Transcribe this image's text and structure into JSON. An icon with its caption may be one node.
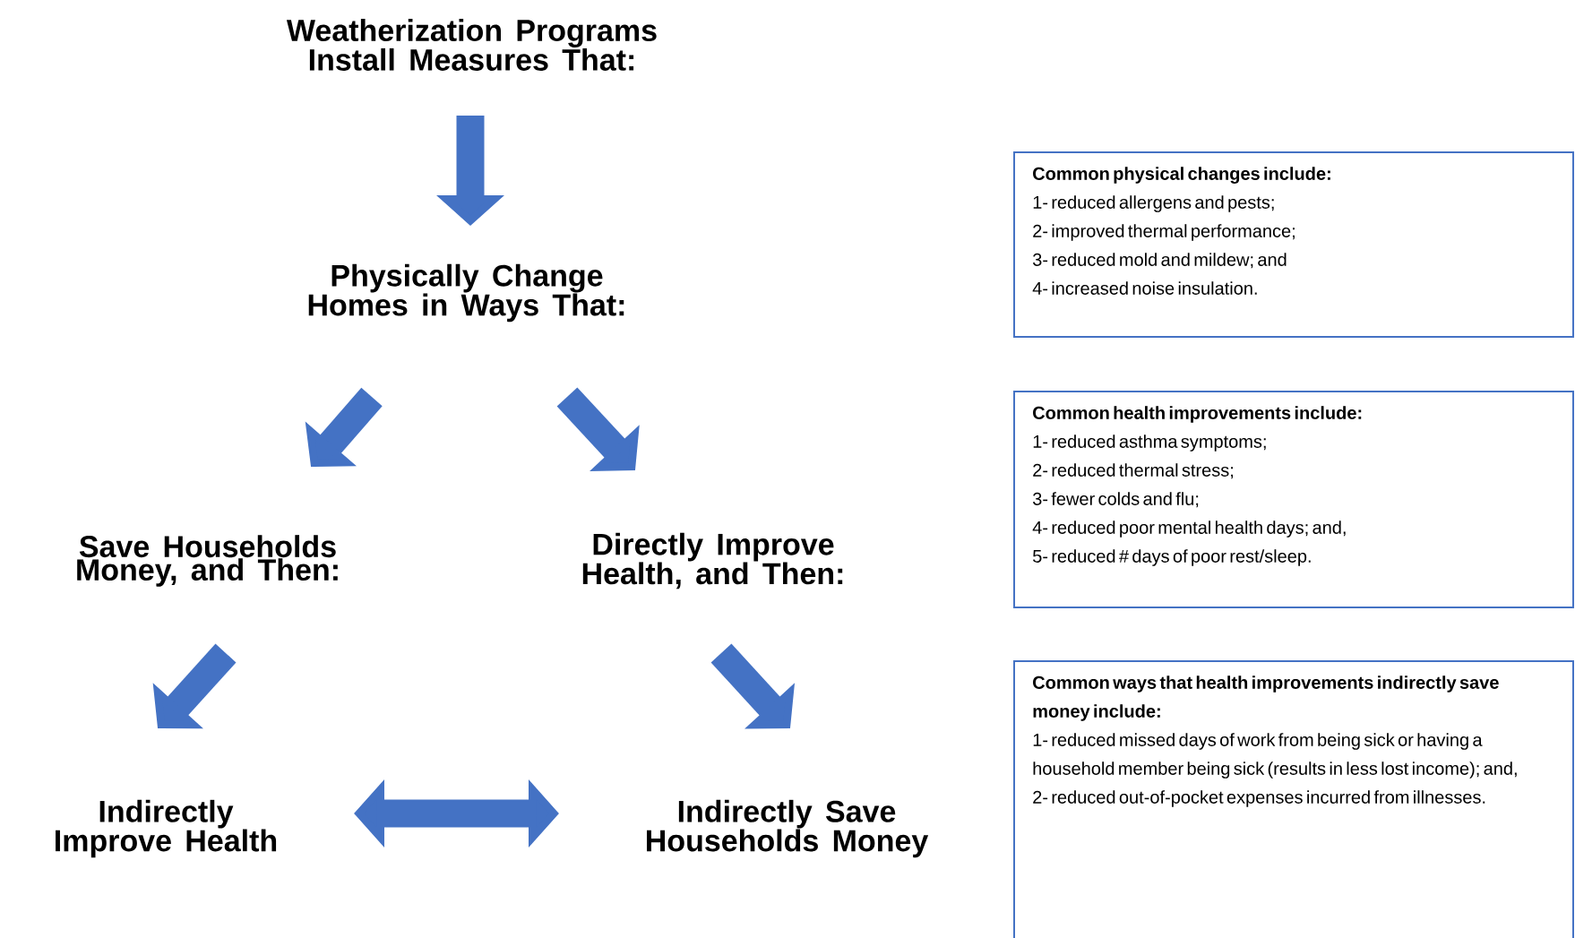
{
  "diagram": {
    "nodes": [
      {
        "text": [
          "Weatherization Programs Install Measures That:"
        ]
      },
      {
        "text": [
          "Physically Change Homes in Ways That:"
        ]
      },
      {
        "text": [
          "Save Households Money, and Then:"
        ]
      },
      {
        "text": [
          "Directly Improve Health, and Then:"
        ]
      },
      {
        "text": [
          "Indirectly Improve Health"
        ]
      },
      {
        "text": [
          "Indirectly Save Households Money"
        ]
      },
      {
        "text": [
          "Common physical changes include:",
          "1- reduced allergens and pests;",
          "2- improved thermal performance;",
          "3- reduced mold and mildew; and",
          "4- increased noise insulation."
        ]
      },
      {
        "text": [
          "Common health improvements include:",
          "1- reduced asthma symptoms;",
          "2- reduced thermal stress;",
          "3- fewer colds and flu;",
          "4- reduced poor mental health days; and,",
          "5- reduced # days of poor rest/sleep."
        ]
      },
      {
        "text": [
          "Common ways that health improvements indirectly save money include:",
          "1- reduced missed days of work from being sick or having a household member being sick (results in less lost income); and,",
          "2- reduced out-of-pocket expenses incurred from illnesses."
        ]
      }
    ],
    "edges": [
      {
        "from": 0,
        "to": 1,
        "arrow": "to"
      },
      {
        "from": 1,
        "to": 2,
        "arrow": "to"
      },
      {
        "from": 1,
        "to": 3,
        "arrow": "to"
      },
      {
        "from": 2,
        "to": 4,
        "arrow": "to"
      },
      {
        "from": 3,
        "to": 5,
        "arrow": "to"
      },
      {
        "from": 4,
        "to": 5,
        "arrow": "both"
      }
    ]
  }
}
